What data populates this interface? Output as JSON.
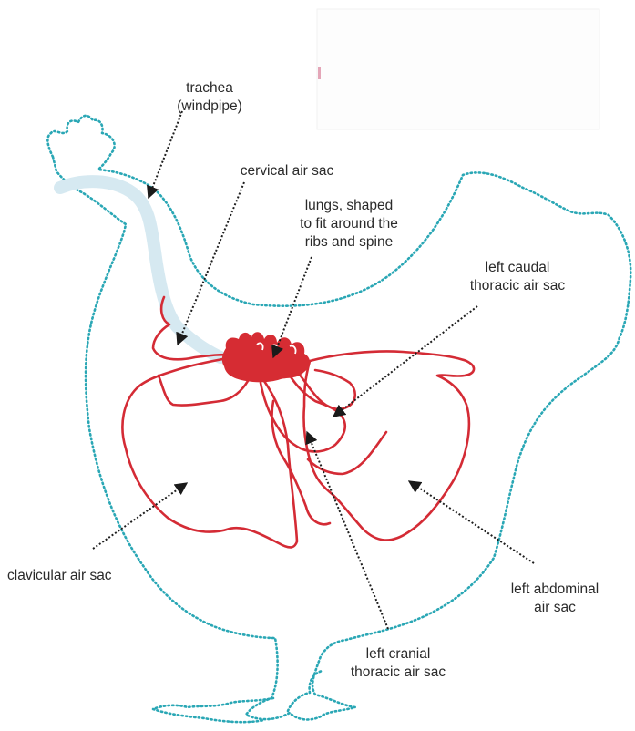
{
  "labels": {
    "trachea_1": "trachea",
    "trachea_2": "(windpipe)",
    "cervical": "cervical air sac",
    "lungs_1": "lungs, shaped",
    "lungs_2": "to fit around the",
    "lungs_3": "ribs and spine",
    "caudal_1": "left caudal",
    "caudal_2": "thoracic air sac",
    "clavicular": "clavicular air sac",
    "abdominal_1": "left abdominal",
    "abdominal_2": "air sac",
    "cranial_1": "left cranial",
    "cranial_2": "thoracic air sac"
  },
  "colors": {
    "outline": "#2aa7b5",
    "air_sac": "#d42b35",
    "lungs": "#d62c33",
    "trachea": "#d6e9f1",
    "text": "#2a2a2a"
  }
}
